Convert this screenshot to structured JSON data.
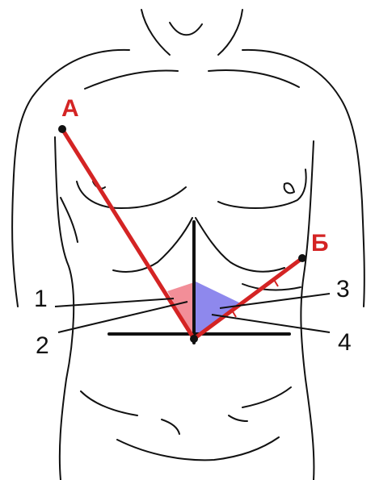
{
  "points": {
    "a": "А",
    "b": "Б"
  },
  "numbers": {
    "n1": "1",
    "n2": "2",
    "n3": "3",
    "n4": "4"
  },
  "colors": {
    "outline": "#111111",
    "red_line": "#d42424",
    "region_1_fill": "#f07a86",
    "region_2_fill": "#7a73ea",
    "label_point": "#d42424",
    "label_number": "#111111"
  }
}
